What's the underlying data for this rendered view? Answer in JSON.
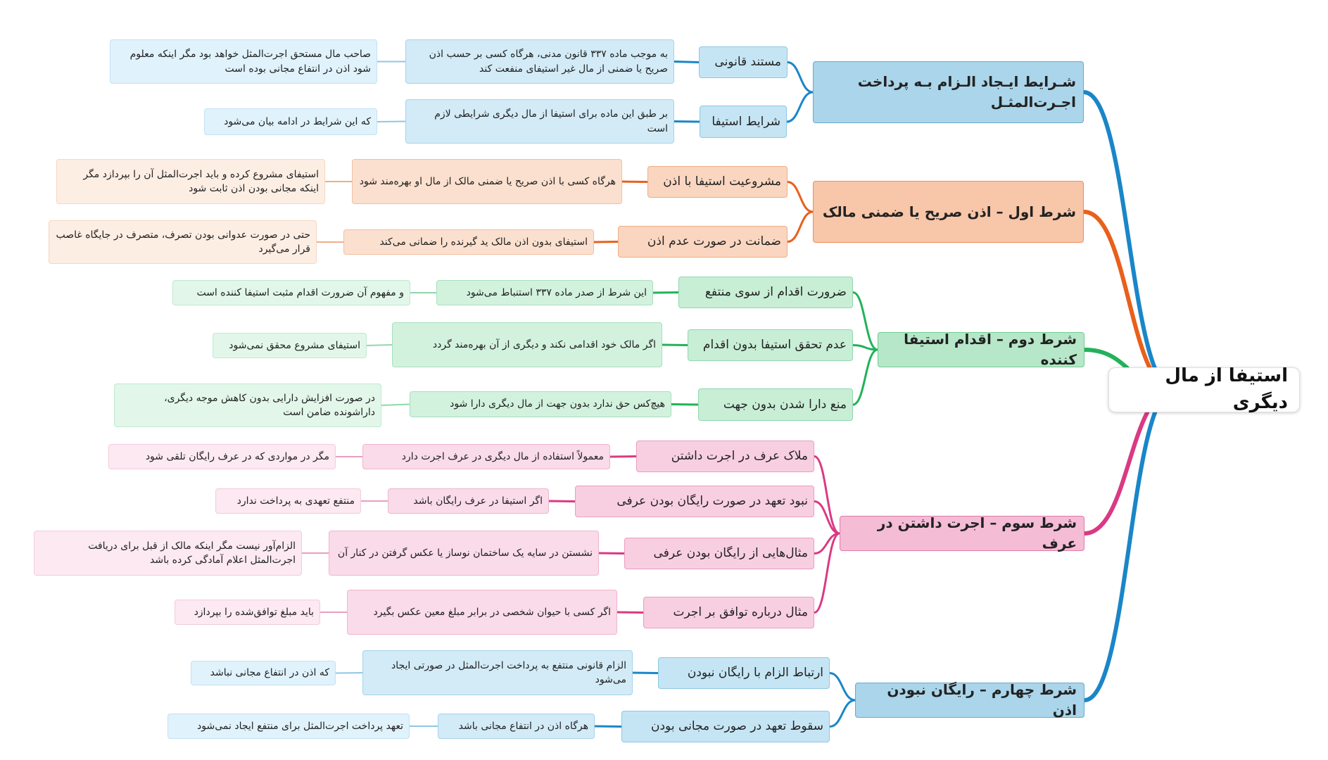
{
  "root": "استیفا از مال دیگری",
  "colors": {
    "branch1": "#1a86c8",
    "branch2": "#e8601c",
    "branch3": "#22b25a",
    "branch4": "#d93a84",
    "branch5": "#1a86c8"
  },
  "branches": [
    {
      "title": "شـرایط ایـجاد الـزام بـه پرداخت اجـرت‌المثـل",
      "subs": [
        {
          "label": "مستند قانونی",
          "detail": "به موجب ماده ۳۳۷ قانون مدنی، هرگاه کسی بر حسب اذن صریح یا ضمنی از مال غیر استیفای منفعت کند",
          "note": "صاحب مال مستحق اجرت‌المثل خواهد بود مگر اینکه معلوم شود اذن در انتفاع مجانی بوده است"
        },
        {
          "label": "شرایط استیفا",
          "detail": "بر طبق این ماده برای استیفا از مال دیگری شرایطی لازم است",
          "note": "که این شرایط در ادامه بیان می‌شود"
        }
      ]
    },
    {
      "title": "شرط اول – اذن صریح یا ضمنی مالک",
      "subs": [
        {
          "label": "مشروعیت استیفا با اذن",
          "detail": "هرگاه کسی با اذن صریح یا ضمنی مالک از مال او بهره‌مند شود",
          "note": "استیفای مشروع کرده و باید اجرت‌المثل آن را بپردازد مگر اینکه مجانی بودن اذن ثابت شود"
        },
        {
          "label": "ضمانت در صورت عدم اذن",
          "detail": "استیفای بدون اذن مالک ید گیرنده را ضمانی می‌کند",
          "note": "حتی در صورت عدوانی بودن تصرف، متصرف در جایگاه غاصب قرار می‌گیرد"
        }
      ]
    },
    {
      "title": "شرط دوم – اقدام استیفا کننده",
      "subs": [
        {
          "label": "ضرورت اقدام از سوی منتفع",
          "detail": "این شرط از صدر ماده ۳۳۷ استنباط می‌شود",
          "note": "و مفهوم آن ضرورت اقدام مثبت استیفا کننده است"
        },
        {
          "label": "عدم تحقق استیفا بدون اقدام",
          "detail": "اگر مالک خود اقدامی نکند و دیگری از آن بهره‌مند گردد",
          "note": "استیفای مشروع محقق نمی‌شود"
        },
        {
          "label": "منع دارا شدن بدون جهت",
          "detail": "هیچ‌کس حق ندارد بدون جهت از مال دیگری دارا شود",
          "note": "در صورت افزایش دارایی بدون کاهش موجه دیگری، داراشونده ضامن است"
        }
      ]
    },
    {
      "title": "شرط سوم – اجرت داشتن در عرف",
      "subs": [
        {
          "label": "ملاک عرف در اجرت داشتن",
          "detail": "معمولاً استفاده از مال دیگری در عرف اجرت دارد",
          "note": "مگر در مواردی که در عرف رایگان تلقی شود"
        },
        {
          "label": "نبود تعهد در صورت رایگان بودن عرفی",
          "detail": "اگر استیفا در عرف رایگان باشد",
          "note": "منتفع تعهدی به پرداخت ندارد"
        },
        {
          "label": "مثال‌هایی از رایگان بودن عرفی",
          "detail": "نشستن در سایه یک ساختمان نوساز یا عکس گرفتن در کنار آن",
          "note": "الزام‌آور نیست مگر اینکه مالک از قبل برای دریافت اجرت‌المثل اعلام آمادگی کرده باشد"
        },
        {
          "label": "مثال درباره توافق بر اجرت",
          "detail": "اگر کسی با حیوان شخصی در برابر مبلغ معین عکس بگیرد",
          "note": "باید مبلغ توافق‌شده را بپردازد"
        }
      ]
    },
    {
      "title": "شرط چهارم – رایگان نبودن اذن",
      "subs": [
        {
          "label": "ارتباط الزام با رایگان نبودن",
          "detail": "الزام قانونی منتفع به پرداخت اجرت‌المثل در صورتی ایجاد می‌شود",
          "note": "که اذن در انتفاع مجانی نباشد"
        },
        {
          "label": "سقوط تعهد در صورت مجانی بودن",
          "detail": "هرگاه اذن در انتفاع مجانی باشد",
          "note": "تعهد پرداخت اجرت‌المثل برای منتفع ایجاد نمی‌شود"
        }
      ]
    }
  ]
}
